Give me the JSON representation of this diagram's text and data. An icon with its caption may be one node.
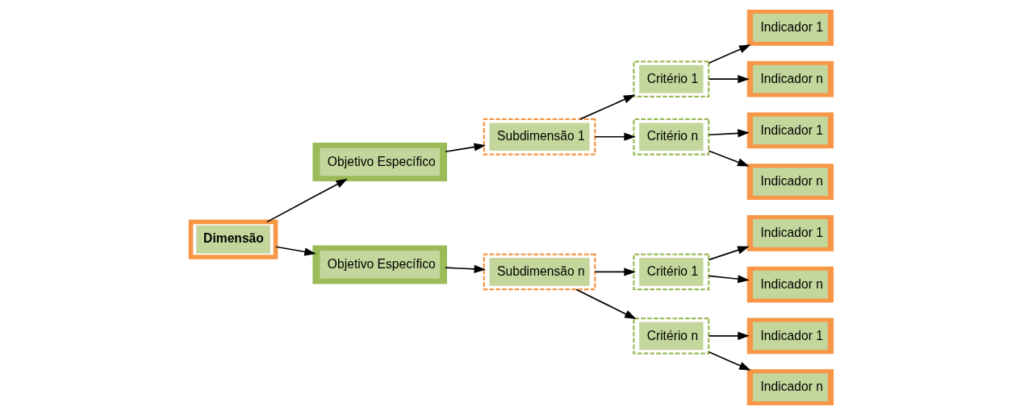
{
  "diagram": {
    "nodes": [
      {
        "text": [
          "Dimensão"
        ]
      },
      {
        "text": [
          "Objetivo Específico"
        ]
      },
      {
        "text": [
          "Objetivo Específico"
        ]
      },
      {
        "text": [
          "Subdimensão 1"
        ]
      },
      {
        "text": [
          "Subdimensão n"
        ]
      },
      {
        "text": [
          "Critério 1"
        ]
      },
      {
        "text": [
          "Critério n"
        ]
      },
      {
        "text": [
          "Critério 1"
        ]
      },
      {
        "text": [
          "Critério n"
        ]
      },
      {
        "text": [
          "Indicador 1"
        ]
      },
      {
        "text": [
          "Indicador n"
        ]
      },
      {
        "text": [
          "Indicador 1"
        ]
      },
      {
        "text": [
          "Indicador n"
        ]
      },
      {
        "text": [
          "Indicador 1"
        ]
      },
      {
        "text": [
          "Indicador n"
        ]
      },
      {
        "text": [
          "Indicador 1"
        ]
      },
      {
        "text": [
          "Indicador n"
        ]
      }
    ],
    "edges": [
      {
        "from": 0,
        "to": 1,
        "arrow": "to"
      },
      {
        "from": 0,
        "to": 2,
        "arrow": "to"
      },
      {
        "from": 1,
        "to": 3,
        "arrow": "to"
      },
      {
        "from": 2,
        "to": 4,
        "arrow": "to"
      },
      {
        "from": 3,
        "to": 5,
        "arrow": "to"
      },
      {
        "from": 3,
        "to": 6,
        "arrow": "to"
      },
      {
        "from": 4,
        "to": 7,
        "arrow": "to"
      },
      {
        "from": 4,
        "to": 8,
        "arrow": "to"
      },
      {
        "from": 5,
        "to": 9,
        "arrow": "to"
      },
      {
        "from": 5,
        "to": 10,
        "arrow": "to"
      },
      {
        "from": 6,
        "to": 11,
        "arrow": "to"
      },
      {
        "from": 6,
        "to": 12,
        "arrow": "to"
      },
      {
        "from": 7,
        "to": 13,
        "arrow": "to"
      },
      {
        "from": 7,
        "to": 14,
        "arrow": "to"
      },
      {
        "from": 8,
        "to": 15,
        "arrow": "to"
      },
      {
        "from": 8,
        "to": 16,
        "arrow": "to"
      }
    ]
  }
}
